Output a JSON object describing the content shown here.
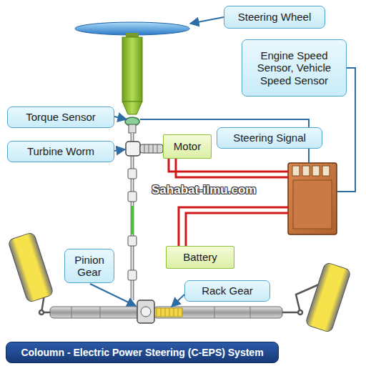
{
  "diagram": {
    "nodes": [
      {
        "text": [
          "Steering Wheel"
        ]
      },
      {
        "text": [
          "Engine Speed Sensor, Vehicle Speed Sensor"
        ]
      },
      {
        "text": [
          "Torque Sensor"
        ]
      },
      {
        "text": [
          "Steering Signal"
        ]
      },
      {
        "text": [
          "Turbine Worm"
        ]
      },
      {
        "text": [
          "Motor"
        ]
      },
      {
        "text": [
          "Battery"
        ]
      },
      {
        "text": [
          "Pinion Gear"
        ]
      },
      {
        "text": [
          "Rack Gear"
        ]
      },
      {
        "text": [
          "Coloumn - Electric Power Steering (C-EPS) System"
        ]
      }
    ],
    "labels": [
      "Sahabat-ilmu.com"
    ]
  }
}
